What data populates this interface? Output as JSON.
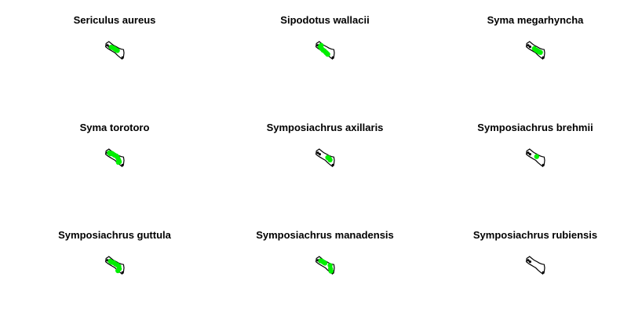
{
  "chart_data": [
    {
      "type": "map",
      "title": "Sericulus aureus",
      "outline_color": "#000000",
      "point_color": "#00ee00",
      "points": [
        [
          -0.35,
          -0.15
        ],
        [
          -0.1,
          -0.05
        ],
        [
          0.05,
          0.05
        ],
        [
          0.2,
          0.15
        ],
        [
          0.3,
          0.2
        ]
      ]
    },
    {
      "type": "map",
      "title": "Sipodotus wallacii",
      "outline_color": "#000000",
      "point_color": "#00ee00",
      "points": [
        [
          -0.5,
          -0.2
        ],
        [
          -0.35,
          0.0
        ],
        [
          -0.2,
          0.15
        ],
        [
          -0.05,
          0.25
        ],
        [
          0.1,
          0.4
        ],
        [
          0.2,
          0.5
        ],
        [
          0.3,
          0.6
        ],
        [
          -0.4,
          -0.35
        ]
      ]
    },
    {
      "type": "map",
      "title": "Syma megarhyncha",
      "outline_color": "#000000",
      "point_color": "#00ee00",
      "points": [
        [
          -0.1,
          0.0
        ],
        [
          0.1,
          0.15
        ],
        [
          0.25,
          0.25
        ],
        [
          0.35,
          0.3
        ],
        [
          0.45,
          0.35
        ],
        [
          0.55,
          0.4
        ]
      ]
    },
    {
      "type": "map",
      "title": "Syma torotoro",
      "outline_color": "#000000",
      "point_color": "#00ee00",
      "points": [
        [
          -0.55,
          -0.35
        ],
        [
          -0.45,
          -0.25
        ],
        [
          -0.3,
          -0.3
        ],
        [
          -0.15,
          -0.2
        ],
        [
          0.0,
          -0.1
        ],
        [
          0.2,
          0.0
        ],
        [
          0.35,
          0.2
        ],
        [
          0.45,
          0.45
        ],
        [
          0.4,
          0.65
        ],
        [
          0.5,
          0.6
        ]
      ]
    },
    {
      "type": "map",
      "title": "Symposiachrus axillaris",
      "outline_color": "#000000",
      "point_color": "#00ee00",
      "points": [
        [
          0.3,
          0.15
        ],
        [
          0.45,
          0.25
        ],
        [
          0.55,
          0.4
        ]
      ]
    },
    {
      "type": "map",
      "title": "Symposiachrus brehmii",
      "outline_color": "#000000",
      "point_color": "#00ee00",
      "points": [
        [
          0.15,
          0.05
        ]
      ]
    },
    {
      "type": "map",
      "title": "Symposiachrus guttula",
      "outline_color": "#000000",
      "point_color": "#00ee00",
      "points": [
        [
          -0.45,
          -0.25
        ],
        [
          -0.3,
          -0.15
        ],
        [
          -0.1,
          -0.1
        ],
        [
          0.1,
          0.05
        ],
        [
          0.3,
          0.15
        ],
        [
          0.45,
          0.3
        ],
        [
          0.5,
          0.55
        ],
        [
          0.35,
          0.75
        ]
      ]
    },
    {
      "type": "map",
      "title": "Symposiachrus manadensis",
      "outline_color": "#000000",
      "point_color": "#00ee00",
      "points": [
        [
          -0.45,
          -0.3
        ],
        [
          -0.3,
          -0.25
        ],
        [
          -0.15,
          -0.15
        ],
        [
          0.0,
          -0.05
        ],
        [
          0.55,
          0.2
        ],
        [
          0.6,
          0.55
        ],
        [
          0.65,
          0.8
        ]
      ]
    },
    {
      "type": "map",
      "title": "Symposiachrus rubiensis",
      "outline_color": "#000000",
      "point_color": "#00ee00",
      "points": []
    }
  ]
}
